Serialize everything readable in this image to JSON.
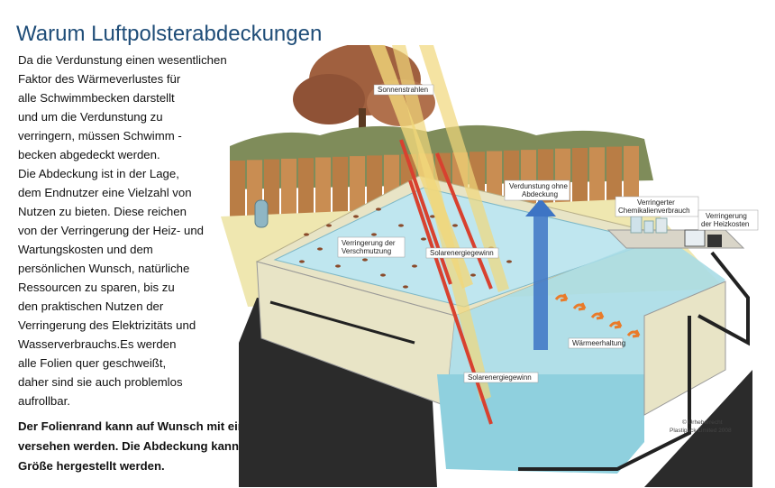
{
  "title": "Warum Luftpolsterabdeckungen",
  "intro_lines": [
    "Da die Verdunstung einen wesentlichen",
    "Faktor des Wärmeverlustes für",
    "alle Schwimmbecken darstellt",
    "und um die Verdunstung zu",
    "verringern, müssen Schwimm -",
    "becken abgedeckt werden.",
    "Die Abdeckung ist in der Lage,",
    "dem Endnutzer eine Vielzahl von",
    "Nutzen zu bieten. Diese reichen",
    "von der Verringerung der Heiz- und",
    "Wartungskosten und dem",
    "persönlichen Wunsch, natürliche",
    "Ressourcen zu sparen, bis zu",
    "den praktischen Nutzen der",
    "Verringerung des Elektrizitäts und",
    "Wasserverbrauchs.Es werden",
    "alle Folien quer geschweißt,",
    "daher sind sie auch problemlos",
    "aufrollbar."
  ],
  "bold_lines": [
    "Der Folienrand kann auf Wunsch mit einer Randverstärkung",
    "versehen werden. Die Abdeckung kann in jeder Beckenform und",
    "Größe hergestellt werden."
  ],
  "diagram": {
    "labels": {
      "sun": "Sonnenstrahlen",
      "evap": [
        "Verdunstung ohne",
        "Abdeckung"
      ],
      "chem": [
        "Verringerter",
        "Chemikalienverbrauch"
      ],
      "heat": [
        "Verringerung",
        "der Heizkosten"
      ],
      "dirt": [
        "Verringerung der",
        "Verschmutzung"
      ],
      "solar1": "Solarenergiegewinn",
      "retain": "Wärmeerhaltung",
      "solar2": "Solarenergiegewinn",
      "copy": [
        "© Urheberrecht",
        "Plastipack Limited 2008"
      ]
    },
    "colors": {
      "water": "#bfe6ef",
      "deep_water": "#8fd0de",
      "wall": "#e8e4c6",
      "ground": "#2b2b2b",
      "fence": "#c98d52",
      "hedge": "#7f8c5a",
      "tree": "#a0603f",
      "arrow_blue": "#3d74c4",
      "ray_red": "#d8412f",
      "ray_yellow": "#f1d77a",
      "orange": "#e97b2a"
    }
  }
}
